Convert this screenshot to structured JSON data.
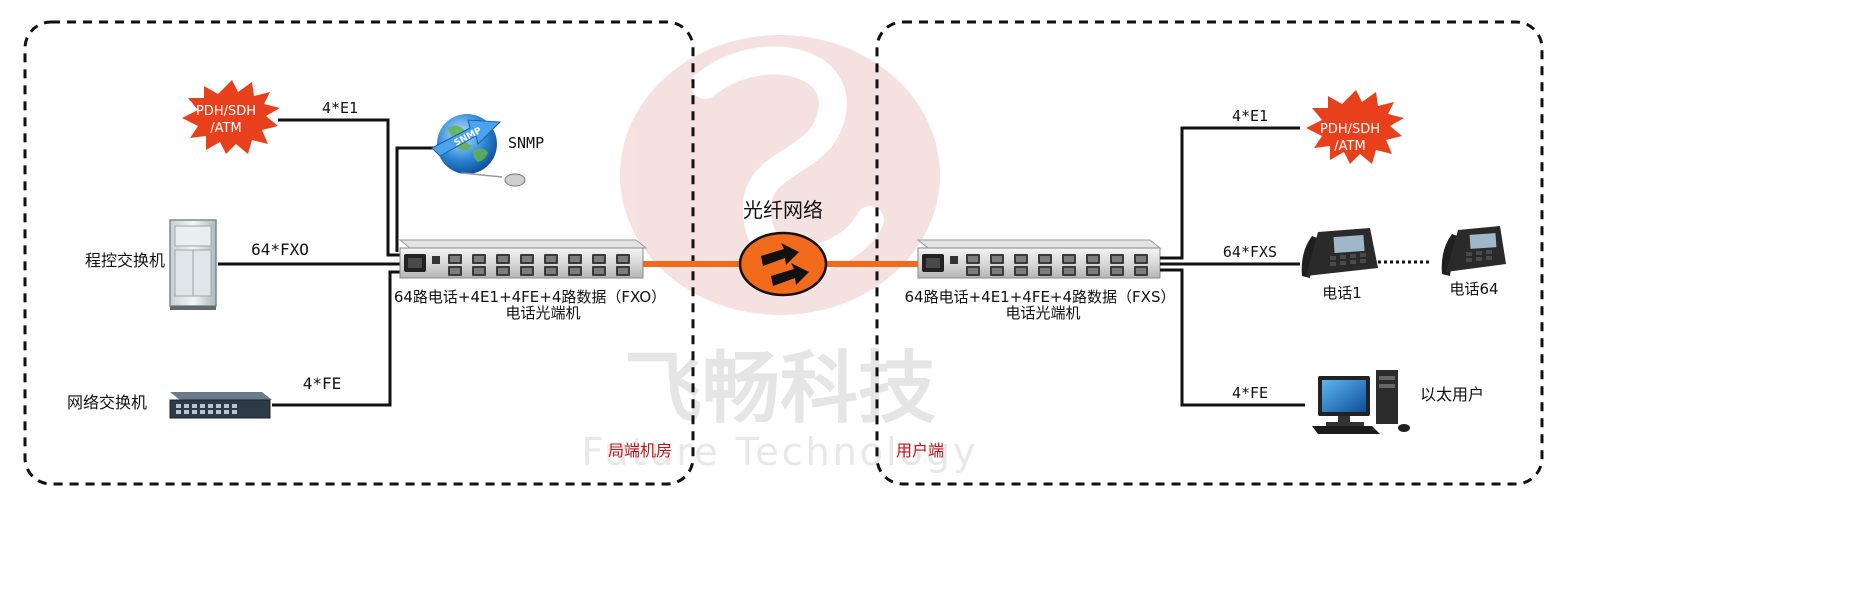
{
  "left_zone": {
    "label": "局端机房"
  },
  "right_zone": {
    "label": "用户端"
  },
  "watermark": {
    "cn": "飞畅科技",
    "en": "Future Technology"
  },
  "network": {
    "label": "光纤网络"
  },
  "left_devices": {
    "pdh": [
      "PDH/SDH",
      "/ATM"
    ],
    "e1_link": "4*E1",
    "snmp": "SNMP",
    "snmp_globe_text": "SNMP",
    "pbx": "程控交换机",
    "fxo_link": "64*FXO",
    "switch": "网络交换机",
    "fe_link": "4*FE"
  },
  "left_unit": {
    "line1": "64路电话+4E1+4FE+4路数据（FXO）",
    "line2": "电话光端机"
  },
  "right_unit": {
    "line1": "64路电话+4E1+4FE+4路数据（FXS）",
    "line2": "电话光端机"
  },
  "right_devices": {
    "e1_link": "4*E1",
    "pdh": [
      "PDH/SDH",
      "/ATM"
    ],
    "fxs_link": "64*FXS",
    "phone1": "电话1",
    "phone64": "电话64",
    "fe_link": "4*FE",
    "ethernet_user": "以太用户"
  },
  "colors": {
    "fiber": "#f26a1b",
    "burst": "#e8401c",
    "zone_label": "#c0161b",
    "line": "#111111"
  }
}
